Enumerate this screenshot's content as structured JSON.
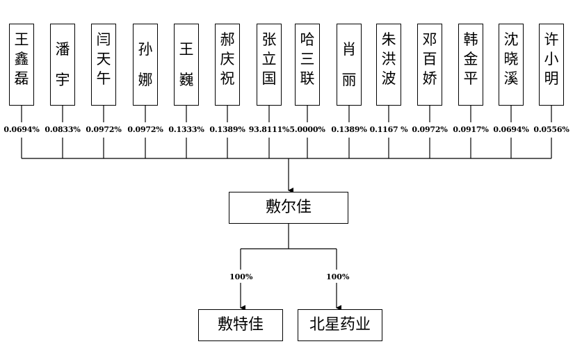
{
  "shareholders": [
    {
      "name": "王鑫磊",
      "pct": "0.0694%"
    },
    {
      "name": "潘宇",
      "pct": "0.0833%"
    },
    {
      "name": "闫天午",
      "pct": "0.0972%"
    },
    {
      "name": "孙娜",
      "pct": "0.0972%"
    },
    {
      "name": "王巍",
      "pct": "0.1333%"
    },
    {
      "name": "郝庆祝",
      "pct": "0.1389%"
    },
    {
      "name": "张立国",
      "pct": "93.8111%"
    },
    {
      "name": "哈三联",
      "pct": "5.0000%"
    },
    {
      "name": "肖丽",
      "pct": "0.1389%"
    },
    {
      "name": "朱洪波",
      "pct": "0.1167 %"
    },
    {
      "name": "邓百娇",
      "pct": "0.0972%"
    },
    {
      "name": "韩金平",
      "pct": "0.0917%"
    },
    {
      "name": "沈晓溪",
      "pct": "0.0694%"
    },
    {
      "name": "许小明",
      "pct": "0.0556%"
    }
  ],
  "parent": {
    "name": "敷尔佳"
  },
  "subsidiaries": [
    {
      "name": "敷特佳",
      "pct": "100%"
    },
    {
      "name": "北星药业",
      "pct": "100%"
    }
  ]
}
